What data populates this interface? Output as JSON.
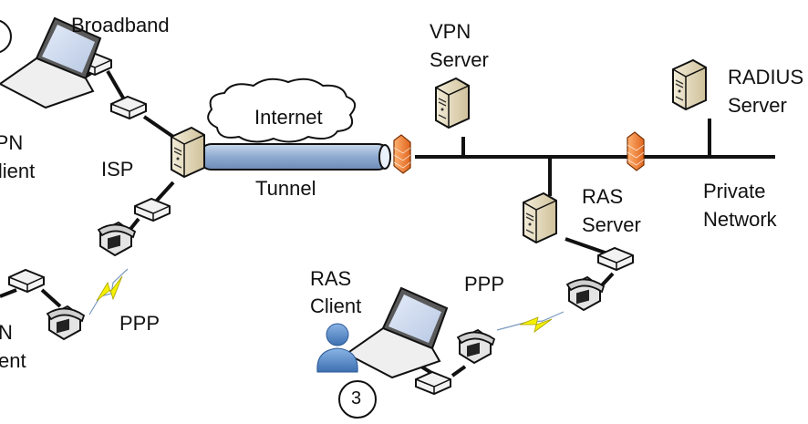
{
  "diagram": {
    "labels": {
      "broadband": "Broadband",
      "vpn_client_1": "VPN",
      "vpn_client_2": "Client",
      "isp": "ISP",
      "internet": "Internet",
      "tunnel": "Tunnel",
      "vpn_server_1": "VPN",
      "vpn_server_2": "Server",
      "radius_server_1": "RADIUS",
      "radius_server_2": "Server",
      "private_network_1": "Private",
      "private_network_2": "Network",
      "ras_server_1": "RAS",
      "ras_server_2": "Server",
      "ras_client_1": "RAS",
      "ras_client_2": "Client",
      "ppp_left": "PPP",
      "ppp_right": "PPP",
      "dialup_client_1": "N",
      "dialup_client_2": "ent",
      "step_3": "3"
    },
    "colors": {
      "tunnel": "#9bb6d6",
      "firewall": "#f08a3c",
      "server": "#e6dcc0",
      "lightning": "#f5f000",
      "user": "#5b8fd0"
    }
  }
}
